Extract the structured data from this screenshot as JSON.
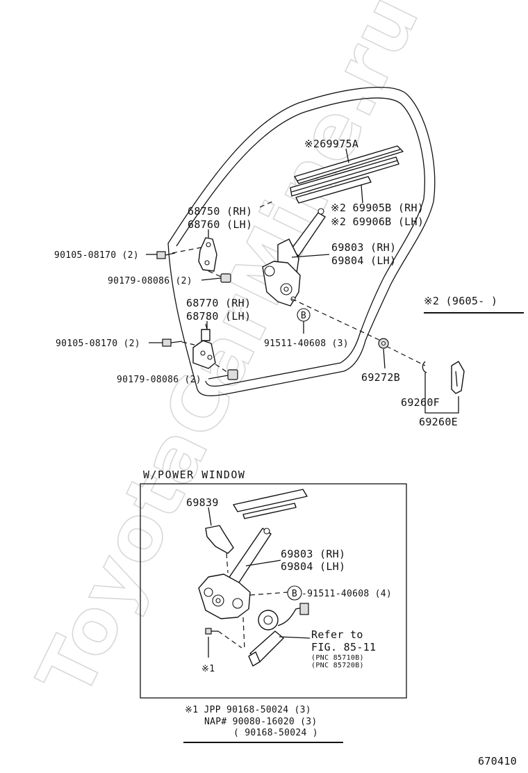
{
  "watermark": "ToyotaCarMine.ru",
  "labels": {
    "glass_run": "※269975A",
    "channel_rh": "※2 69905B (RH)",
    "channel_lh": "※2 69906B (LH)",
    "hinge_upper_rh": "68750 (RH)",
    "hinge_upper_lh": "68760 (LH)",
    "bolt_upper": "90105-08170 (2)",
    "nut_upper": "90179-08086 (2)",
    "regulator_rh": "69803 (RH)",
    "regulator_lh": "69804 (LH)",
    "hinge_lower_rh": "68770 (RH)",
    "hinge_lower_lh": "68780 (LH)",
    "bolt_lower": "90105-08170 (2)",
    "nut_lower": "90179-08086 (2)",
    "bolt_b": "91511-40608 (3)",
    "callout_b": "B",
    "clip": "69272B",
    "handle_clip": "69260F",
    "handle": "69260E",
    "date_note": "※2 (9605-        )"
  },
  "power_window": {
    "title": "W/POWER WINDOW",
    "bracket": "69839",
    "regulator_rh": "69803 (RH)",
    "regulator_lh": "69804 (LH)",
    "callout_b": "B",
    "bolt_b": "-91511-40608 (4)",
    "refer_to": "Refer to",
    "fig_ref": "FIG. 85-11",
    "pnc_1": "(PNC 85710B)",
    "pnc_2": "(PNC 85720B)",
    "note_mark": "※1"
  },
  "footnote": {
    "line_1": "※1 JPP   90168-50024 (3)",
    "line_2": "NAP# 90080-16020 (3)",
    "line_3": "( 90168-50024 )"
  },
  "figure_number": "670410"
}
